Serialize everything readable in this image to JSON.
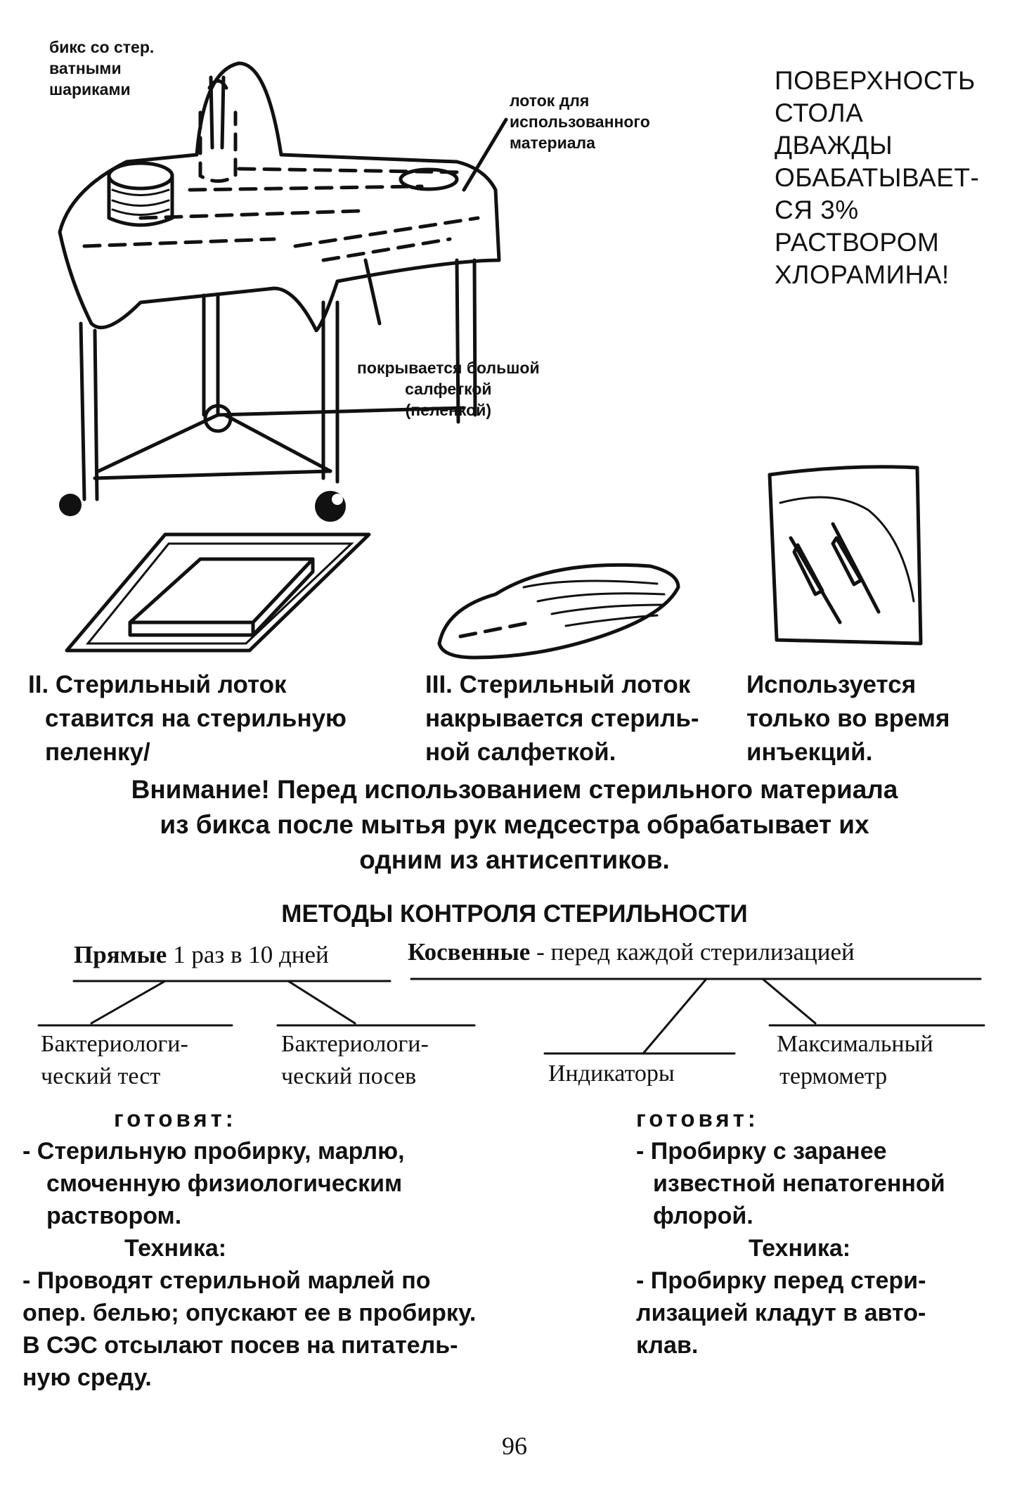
{
  "trolley": {
    "label_bix": "бикс со стер.\nватными\nшариками",
    "label_tray": "лоток для\nиспользованного\nматериала",
    "label_cover": "покрывается большой\nсалфеткой\n(пеленкой)"
  },
  "surface_note": "ПОВЕРХНОСТЬ\nСТОЛА\nДВАЖДЫ\nОБАБАТЫВАЕТ-\nСЯ 3%\nРАСТВОРОМ\nХЛОРАМИНА!",
  "captions": {
    "step2_line1": "II. Стерильный лоток",
    "step2_line2": "ставится на стерильную",
    "step2_line3": "пеленку/",
    "step3_line1": "III. Стерильный лоток",
    "step3_line2": "накрывается стериль-",
    "step3_line3": "ной салфеткой.",
    "usage_line1": "Используется",
    "usage_line2": "только во время",
    "usage_line3": "инъекций."
  },
  "warning": {
    "line1": "Внимание! Перед использованием стерильного материала",
    "line2": "из бикса после мытья рук медсестра обрабатывает их",
    "line3": "одним из антисептиков."
  },
  "methods": {
    "title": "МЕТОДЫ КОНТРОЛЯ СТЕРИЛЬНОСТИ",
    "direct_bold": "Прямые",
    "direct_rest": " 1 раз в 10 дней",
    "indirect_bold": "Косвенные",
    "indirect_rest": " - перед каждой стерилизацией",
    "leaf1_line1": "Бактериологи-",
    "leaf1_line2": "ческий тест",
    "leaf2_line1": "Бактериологи-",
    "leaf2_line2": "ческий посев",
    "leaf3": "Индикаторы",
    "leaf4_line1": "Максимальный",
    "leaf4_line2": "термометр"
  },
  "left_col": {
    "prepare_head": "готовят:",
    "prepare_l1": "- Стерильную пробирку, марлю,",
    "prepare_l2": "смоченную физиологическим",
    "prepare_l3": "раствором.",
    "tech_head": "Техника:",
    "tech_l1": "-  Проводят стерильной марлей по",
    "tech_l2": "опер. белью; опускают ее в пробирку.",
    "tech_l3": "В СЭС отсылают посев на питатель-",
    "tech_l4": "ную среду."
  },
  "right_col": {
    "prepare_head": "готовят:",
    "prepare_l1": "- Пробирку с заранее",
    "prepare_l2": "известной непатогенной",
    "prepare_l3": "флорой.",
    "tech_head": "Техника:",
    "tech_l1": "- Пробирку перед стери-",
    "tech_l2": "лизацией кладут в авто-",
    "tech_l3": "клав."
  },
  "page_number": "96"
}
